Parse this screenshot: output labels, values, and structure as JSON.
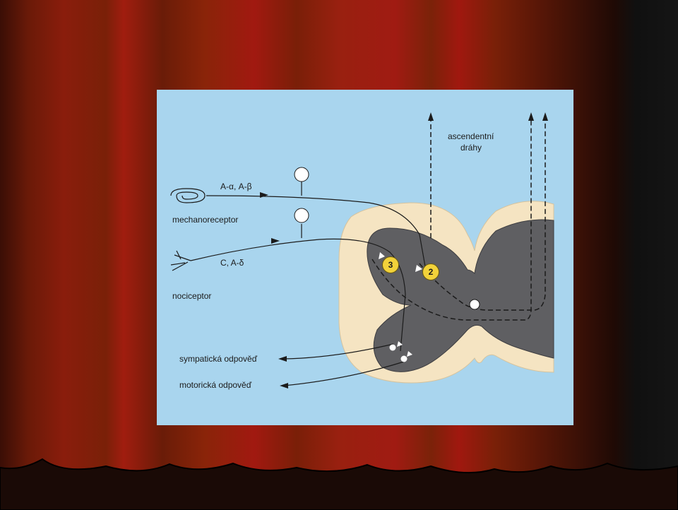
{
  "diagram": {
    "ascending_label_line1": "ascendentní",
    "ascending_label_line2": "dráhy",
    "fiber_a_label": "A-α, A-β",
    "mechanoreceptor_label": "mechanoreceptor",
    "fiber_c_label": "C, A-δ",
    "nociceptor_label": "nociceptor",
    "sympathetic_label": "sympatická odpověď",
    "motor_label": "motorická odpověď",
    "neuron_3_label": "3",
    "neuron_2_label": "2"
  },
  "colors": {
    "curtain_red": "#8a1d0c",
    "diagram_background": "#a9d5ee",
    "white_matter": "#f5e4c2",
    "gray_matter": "#5f5f62",
    "neuron_marker": "#f2d23a"
  }
}
